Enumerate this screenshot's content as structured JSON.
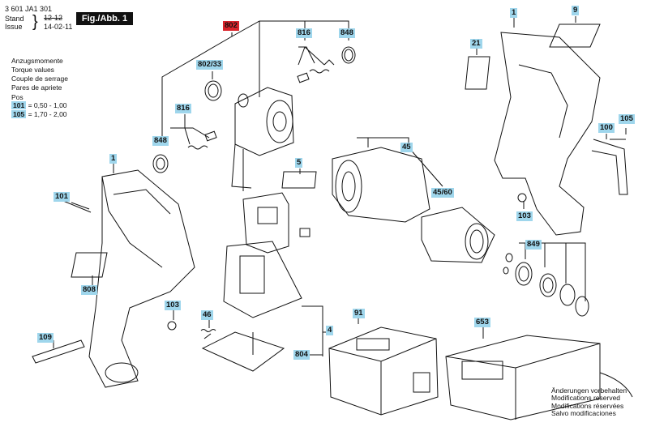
{
  "header": {
    "doc_number": "3 601 JA1 301",
    "stand_label": "Stand",
    "stand_value": "12-12",
    "issue_label": "Issue",
    "issue_value": "14-02-11",
    "figure_label": "Fig./Abb. 1"
  },
  "torque": {
    "lines": [
      "Anzugsmomente",
      "Torque values",
      "Couple de serrage",
      "Pares de apriete"
    ],
    "pos_label": "Pos",
    "rows": [
      {
        "pos": "101",
        "value": "= 0,50 - 1,00"
      },
      {
        "pos": "105",
        "value": "= 1,70 - 2,00"
      }
    ]
  },
  "parts": {
    "p802": "802",
    "p816a": "816",
    "p848a": "848",
    "p802_33": "802/33",
    "p816b": "816",
    "p848b": "848",
    "p1a": "1",
    "p9": "9",
    "p21": "21",
    "p100": "100",
    "p105": "105",
    "p103a": "103",
    "p45": "45",
    "p45_60": "45/60",
    "p849": "849",
    "p5": "5",
    "p1b": "1",
    "p101": "101",
    "p808": "808",
    "p103b": "103",
    "p109": "109",
    "p46": "46",
    "p4": "4",
    "p804": "804",
    "p91": "91",
    "p653": "653"
  },
  "notes": {
    "lines": [
      "Änderungen vorbehalten",
      "Modifications reserved",
      "Modifications réservées",
      "Salvo modificaciones"
    ]
  },
  "colors": {
    "tag": "#9fd6ec",
    "tag_highlight": "#d9232a"
  }
}
